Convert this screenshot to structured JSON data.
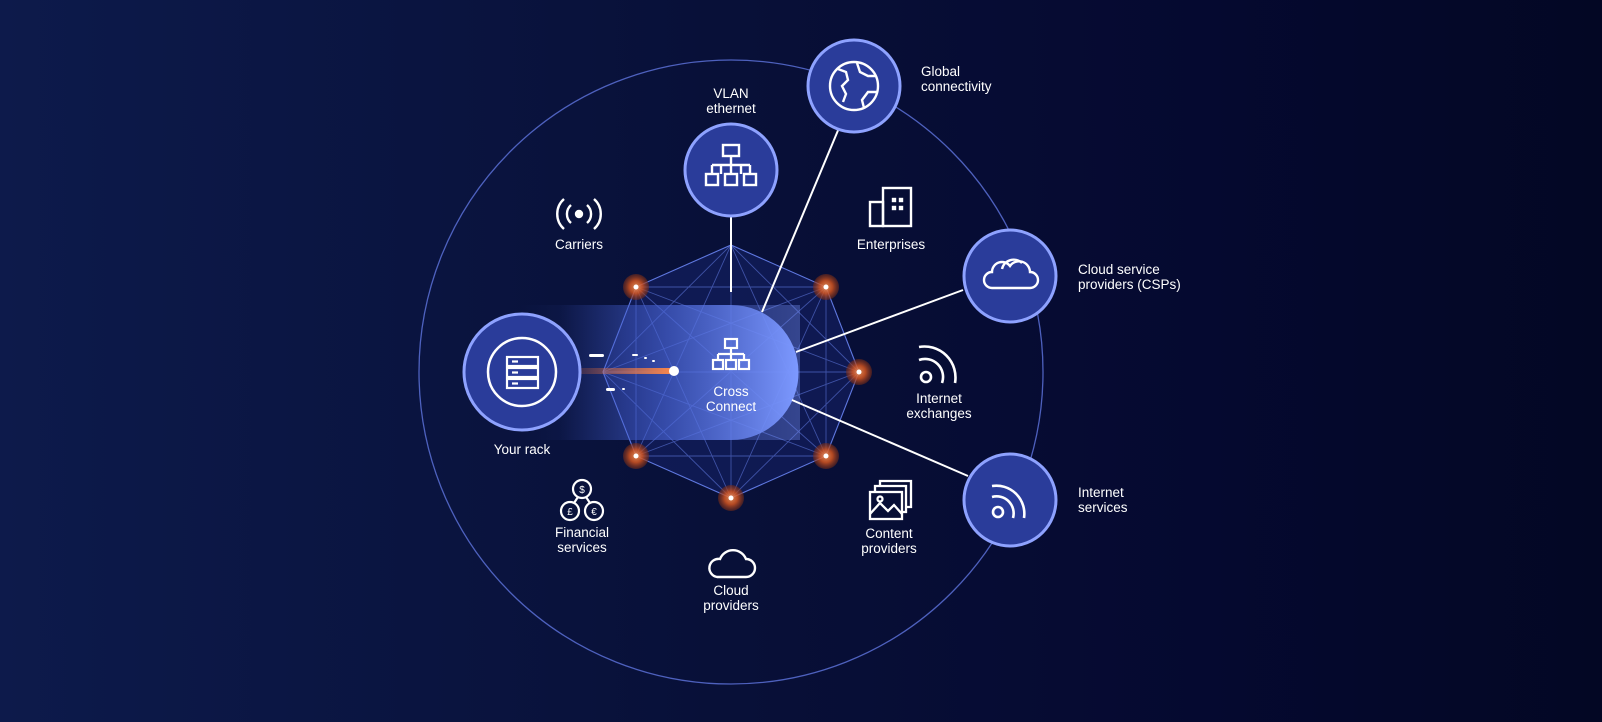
{
  "colors": {
    "accent": "#5b7cf0",
    "node_fill": "#273a96",
    "node_ring": "#8ea2ff",
    "ember": "#e0602a",
    "background": "#081038"
  },
  "center": {
    "label_line1": "Cross",
    "label_line2": "Connect",
    "icon": "network-hierarchy-icon"
  },
  "rack": {
    "label": "Your rack",
    "icon": "server-icon"
  },
  "outer_nodes": {
    "vlan": {
      "line1": "VLAN",
      "line2": "ethernet",
      "icon": "network-hierarchy-icon"
    },
    "global": {
      "line1": "Global",
      "line2": "connectivity",
      "icon": "globe-icon"
    },
    "csp": {
      "line1": "Cloud service",
      "line2": "providers (CSPs)",
      "icon": "cloud-icon"
    },
    "internet_services": {
      "line1": "Internet",
      "line2": "services",
      "icon": "wifi-signal-icon"
    }
  },
  "segments": {
    "carriers": {
      "label": "Carriers",
      "icon": "broadcast-icon"
    },
    "enterprises": {
      "label": "Enterprises",
      "icon": "office-building-icon"
    },
    "internet_exchanges": {
      "line1": "Internet",
      "line2": "exchanges",
      "icon": "wifi-signal-icon"
    },
    "content_providers": {
      "line1": "Content",
      "line2": "providers",
      "icon": "image-gallery-icon"
    },
    "cloud_providers": {
      "line1": "Cloud",
      "line2": "providers",
      "icon": "cloud-icon"
    },
    "financial_services": {
      "line1": "Financial",
      "line2": "services",
      "icon": "currency-coins-icon"
    }
  }
}
